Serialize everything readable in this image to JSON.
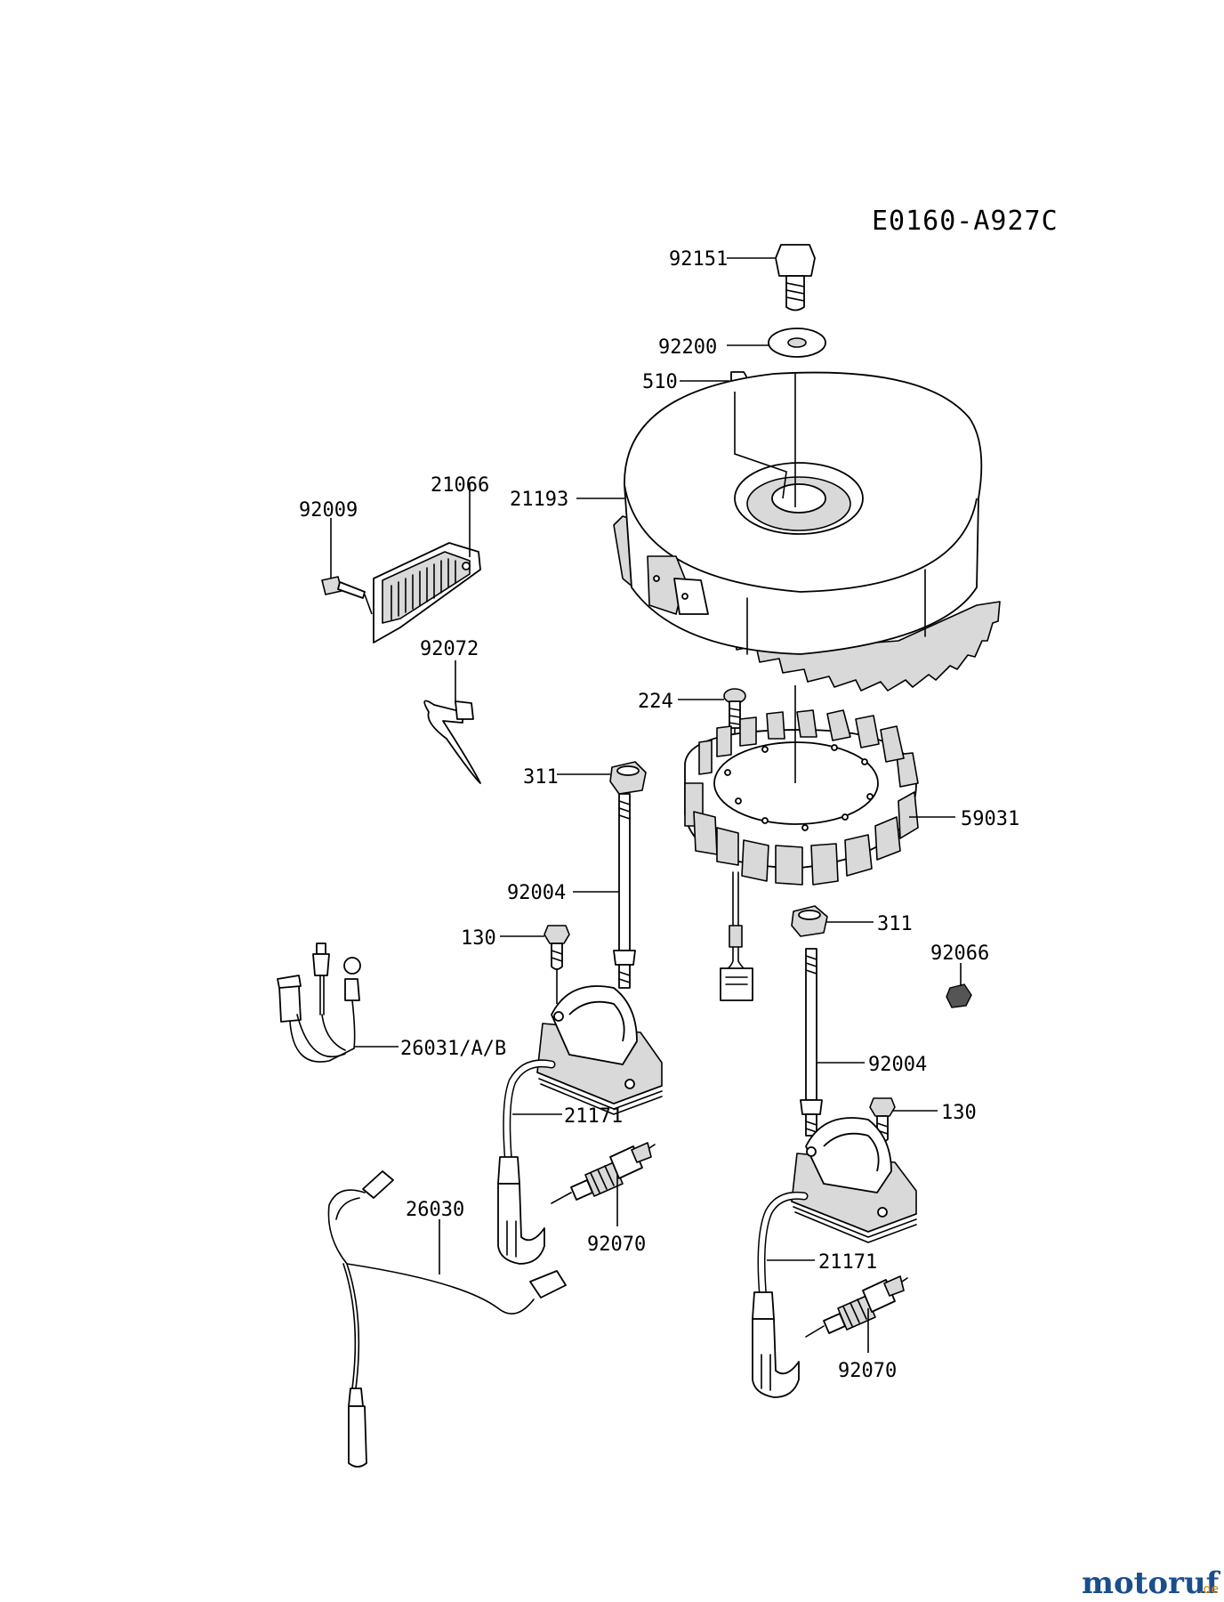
{
  "diagram": {
    "code": "E0160-A927C",
    "part_labels": {
      "p92151": "92151",
      "p92200": "92200",
      "p510": "510",
      "p21193": "21193",
      "p21066": "21066",
      "p92009": "92009",
      "p92072": "92072",
      "p224": "224",
      "p311a": "311",
      "p59031": "59031",
      "p92004a": "92004",
      "p130a": "130",
      "p311b": "311",
      "p92066": "92066",
      "p26031": "26031/A/B",
      "p92004b": "92004",
      "p21171a": "21171",
      "p130b": "130",
      "p26030": "26030",
      "p92070a": "92070",
      "p21171b": "21171",
      "p92070b": "92070"
    }
  },
  "watermark": {
    "brand": "motoruf",
    "suffix": ".de",
    "brand_color": "#1a4e8c",
    "dot_color": "#d48a00"
  }
}
